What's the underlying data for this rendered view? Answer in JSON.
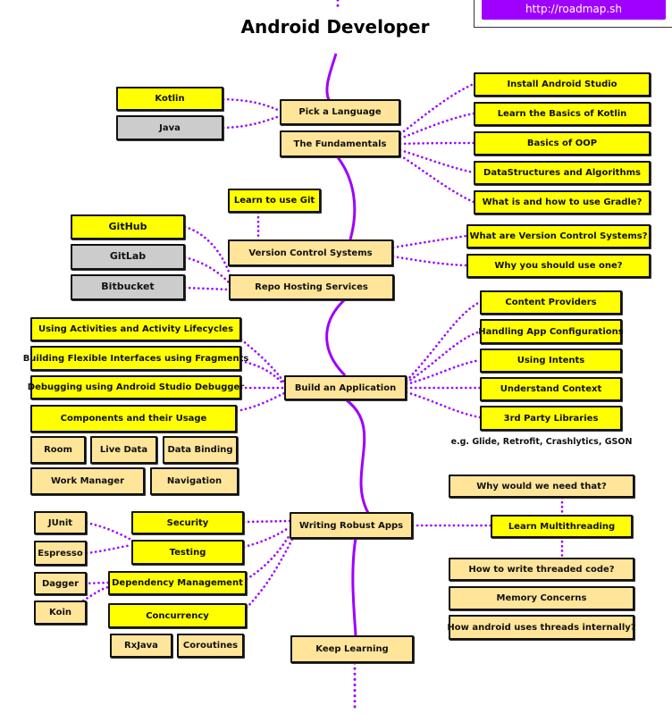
{
  "title": "Android Developer",
  "url": "http://roadmap.sh",
  "colors": {
    "line": "#9e00ff",
    "yellow": "#ffff00",
    "orange": "#ffe599",
    "gray": "#cccccc"
  },
  "nodes": {
    "pick_language": "Pick a Language",
    "fundamentals": "The Fundamentals",
    "kotlin": "Kotlin",
    "java": "Java",
    "install_studio": "Install Android Studio",
    "basics_kotlin": "Learn the Basics of Kotlin",
    "basics_oop": "Basics of OOP",
    "dsa": "DataStructures and Algorithms",
    "gradle": "What is and how to use Gradle?",
    "learn_git": "Learn to use Git",
    "vcs": "Version Control Systems",
    "what_vcs": "What are Version Control Systems?",
    "why_vcs": "Why you should use one?",
    "github": "GitHub",
    "gitlab": "GitLab",
    "bitbucket": "Bitbucket",
    "repo_hosting": "Repo Hosting Services",
    "activities": "Using Activities and Activity Lifecycles",
    "fragments": "Building Flexible Interfaces using Fragments",
    "debugger": "Debugging using Android Studio Debugger",
    "components": "Components and their Usage",
    "room": "Room",
    "live_data": "Live Data",
    "data_binding": "Data Binding",
    "work_manager": "Work Manager",
    "navigation": "Navigation",
    "build_app": "Build an Application",
    "content_providers": "Content Providers",
    "app_configs": "Handling App Configurations",
    "intents": "Using Intents",
    "context": "Understand Context",
    "third_party": "3rd Party Libraries",
    "libs_note": "e.g. Glide, Retrofit, Crashlytics, GSON",
    "why_need": "Why would we need that?",
    "multithreading": "Learn Multithreading",
    "threaded_code": "How to write threaded code?",
    "memory": "Memory Concerns",
    "threads_internal": "How android uses threads internally?",
    "robust_apps": "Writing Robust Apps",
    "security": "Security",
    "testing": "Testing",
    "dep_mgmt": "Dependency Management",
    "concurrency": "Concurrency",
    "junit": "JUnit",
    "espresso": "Espresso",
    "dagger": "Dagger",
    "koin": "Koin",
    "rxjava": "RxJava",
    "coroutines": "Coroutines",
    "keep_learning": "Keep Learning"
  }
}
